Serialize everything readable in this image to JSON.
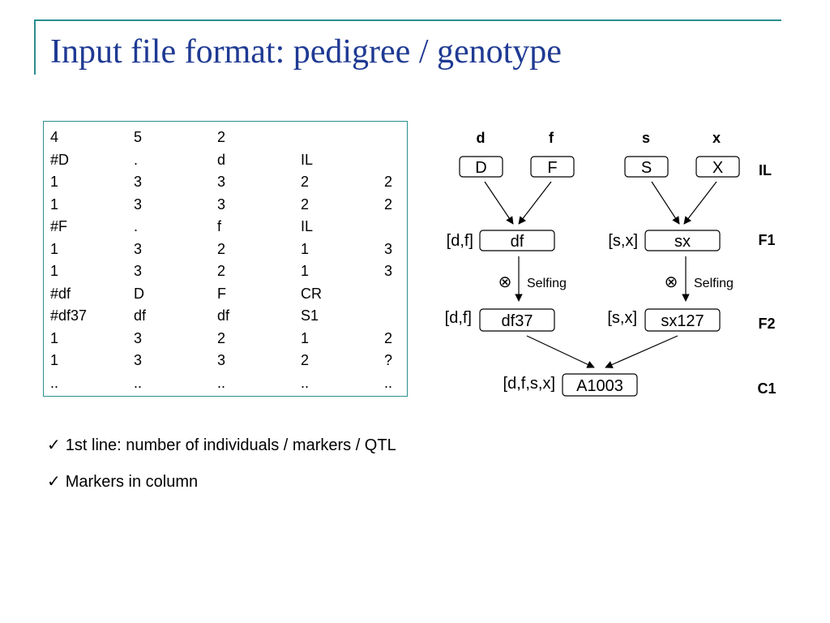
{
  "title": "Input file format: pedigree / genotype",
  "datafile": {
    "rows": [
      [
        "4",
        "5",
        "2",
        "",
        ""
      ],
      [
        "#D",
        ".",
        "d",
        "IL",
        ""
      ],
      [
        "1",
        "3",
        "3",
        "2",
        "2"
      ],
      [
        "1",
        "3",
        "3",
        "2",
        "2"
      ],
      [
        "#F",
        ".",
        "f",
        "IL",
        ""
      ],
      [
        "1",
        "3",
        "2",
        "1",
        "3"
      ],
      [
        "1",
        "3",
        "2",
        "1",
        "3"
      ],
      [
        "#df",
        "D",
        "F",
        "CR",
        ""
      ],
      [
        "#df37",
        "df",
        "df",
        "S1",
        ""
      ],
      [
        "1",
        "3",
        "2",
        "1",
        "2"
      ],
      [
        "1",
        "3",
        "3",
        "2",
        "?"
      ],
      [
        "..",
        "..",
        "..",
        "..",
        ".."
      ]
    ]
  },
  "diagram": {
    "parent_headers": {
      "d": "d",
      "f": "f",
      "s": "s",
      "x": "x"
    },
    "nodes": {
      "D": "D",
      "F": "F",
      "S": "S",
      "X": "X",
      "df": "df",
      "sx": "sx",
      "df37": "df37",
      "sx127": "sx127",
      "A1003": "A1003"
    },
    "brackets": {
      "df": "[d,f]",
      "sx": "[s,x]",
      "df37": "[d,f]",
      "sx127": "[s,x]",
      "A1003": "[d,f,s,x]"
    },
    "selfing_symbol": "⊗",
    "selfing_label": "Selfing",
    "generations": {
      "IL": "IL",
      "F1": "F1",
      "F2": "F2",
      "C1": "C1"
    }
  },
  "notes": [
    {
      "check": "✓",
      "text": "1st line: number of individuals / markers / QTL"
    },
    {
      "check": "✓",
      "text": "Markers in column"
    }
  ]
}
